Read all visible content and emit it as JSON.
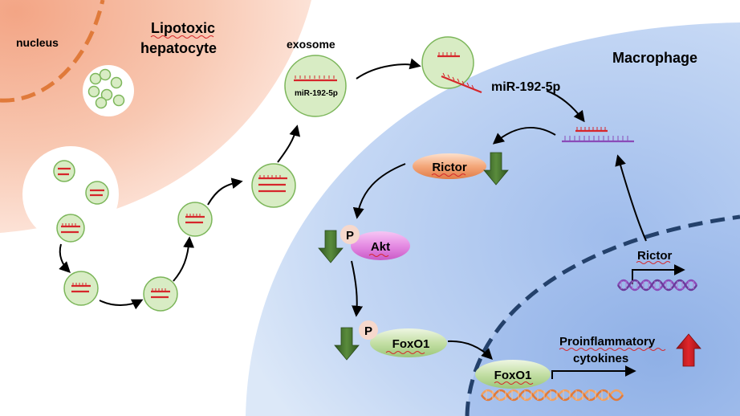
{
  "hepatocyte": {
    "nucleus_label": "nucleus",
    "cell_label_line1": "Lipotoxic",
    "cell_label_line2": "hepatocyte"
  },
  "exosome": {
    "title": "exosome",
    "cargo_label": "miR-192-5p"
  },
  "macrophage": {
    "title": "Macrophage",
    "mirna_label": "miR-192-5p",
    "rictor_protein_label": "Rictor",
    "akt_label": "Akt",
    "phospho_label": "P",
    "foxo1_label": "FoxO1",
    "nuclear_foxo1_label": "FoxO1",
    "rictor_gene_label": "Rictor",
    "cytokines_line1": "Proinflammatory",
    "cytokines_line2": "cytokines"
  },
  "colors": {
    "hepatocyte": "#f6b89c",
    "macrophage": "#a9c4ee",
    "vesicle_fill": "#d8ecc4",
    "vesicle_stroke": "#7cb65a",
    "mirna": "#d6262b",
    "mrna": "#8a4bb8",
    "down_arrow": "#3f6b2a",
    "up_arrow": "#c4161c",
    "nuclear_envelope": "#24416b"
  }
}
